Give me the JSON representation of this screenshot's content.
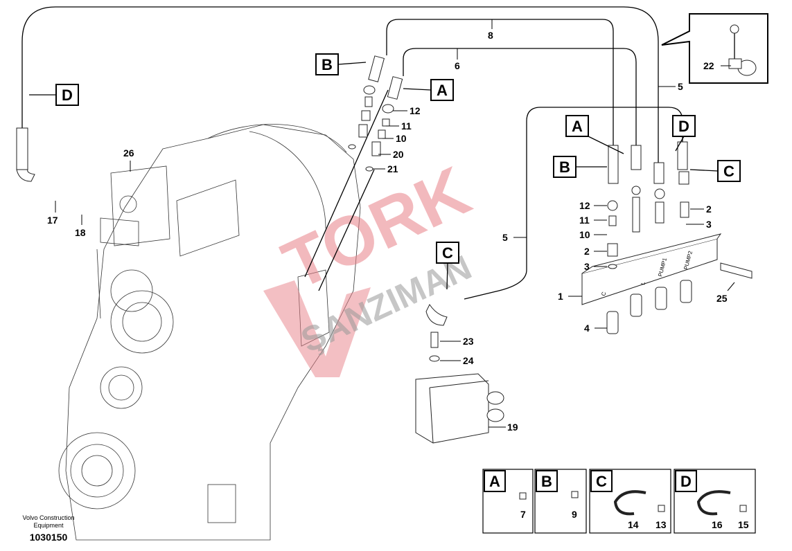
{
  "diagram": {
    "footer": {
      "company": "Volvo Construction",
      "company_line2": "Equipment",
      "drawing_number": "1030150"
    },
    "watermark": {
      "line1": "TORK",
      "line2": "ŞANZIMAN"
    },
    "letters": {
      "a": "A",
      "b": "B",
      "c": "C",
      "d": "D"
    },
    "manifold_markings": [
      "C",
      "L",
      "PUMP1",
      "PUMP2"
    ],
    "callouts": {
      "n1": "1",
      "n2": "2",
      "n3": "3",
      "n4": "4",
      "n5": "5",
      "n6": "6",
      "n7": "7",
      "n8": "8",
      "n9": "9",
      "n10": "10",
      "n11": "11",
      "n12": "12",
      "n13": "13",
      "n14": "14",
      "n15": "15",
      "n16": "16",
      "n17": "17",
      "n18": "18",
      "n19": "19",
      "n20": "20",
      "n21": "21",
      "n22": "22",
      "n23": "23",
      "n24": "24",
      "n25": "25",
      "n26": "26"
    }
  }
}
